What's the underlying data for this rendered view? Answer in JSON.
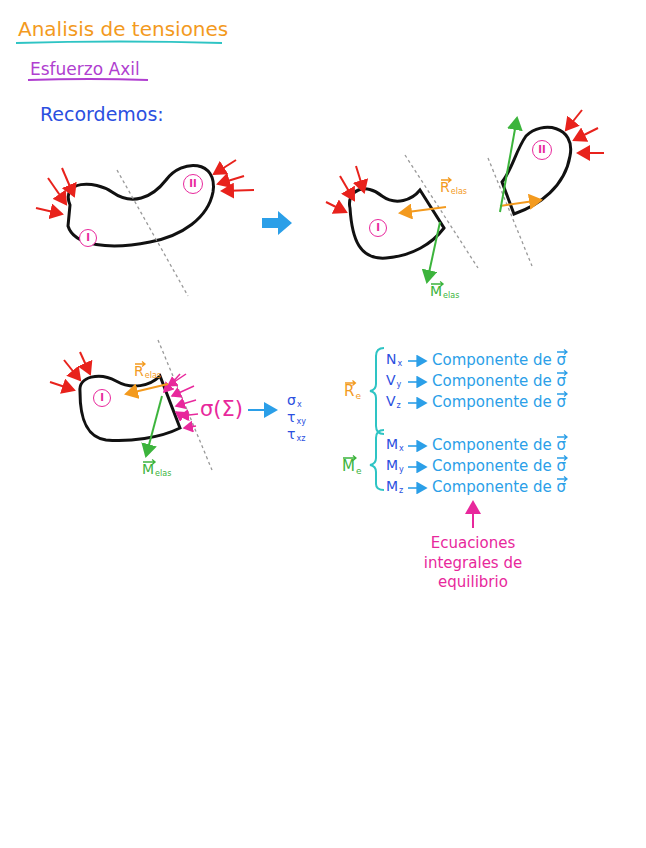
{
  "diagram": {
    "title": "Analisis de tensiones",
    "nodes": [
      {
        "text": [
          "I"
        ]
      },
      {
        "text": [
          "II"
        ]
      },
      {
        "text": [
          "I"
        ]
      },
      {
        "text": [
          "II"
        ]
      },
      {
        "text": [
          "I"
        ]
      }
    ],
    "labels": [
      "Esfuerzo Axil",
      "Recordemos:",
      "R",
      "elas",
      "M",
      "elas",
      "R",
      "elas",
      "M",
      "elas",
      "σ(Σ)",
      "σ",
      "x",
      "τ",
      "xy",
      "τ",
      "xz",
      "R",
      "e",
      "N",
      "x",
      "Componente de σ",
      "V",
      "y",
      "Componente de σ",
      "V",
      "z",
      "Componente de σ",
      "M",
      "e",
      "M",
      "x",
      "Componente de σ",
      "M",
      "y",
      "Componente de σ",
      "M",
      "z",
      "Componente de σ",
      "Ecuaciones integrales de equilibrio"
    ]
  }
}
